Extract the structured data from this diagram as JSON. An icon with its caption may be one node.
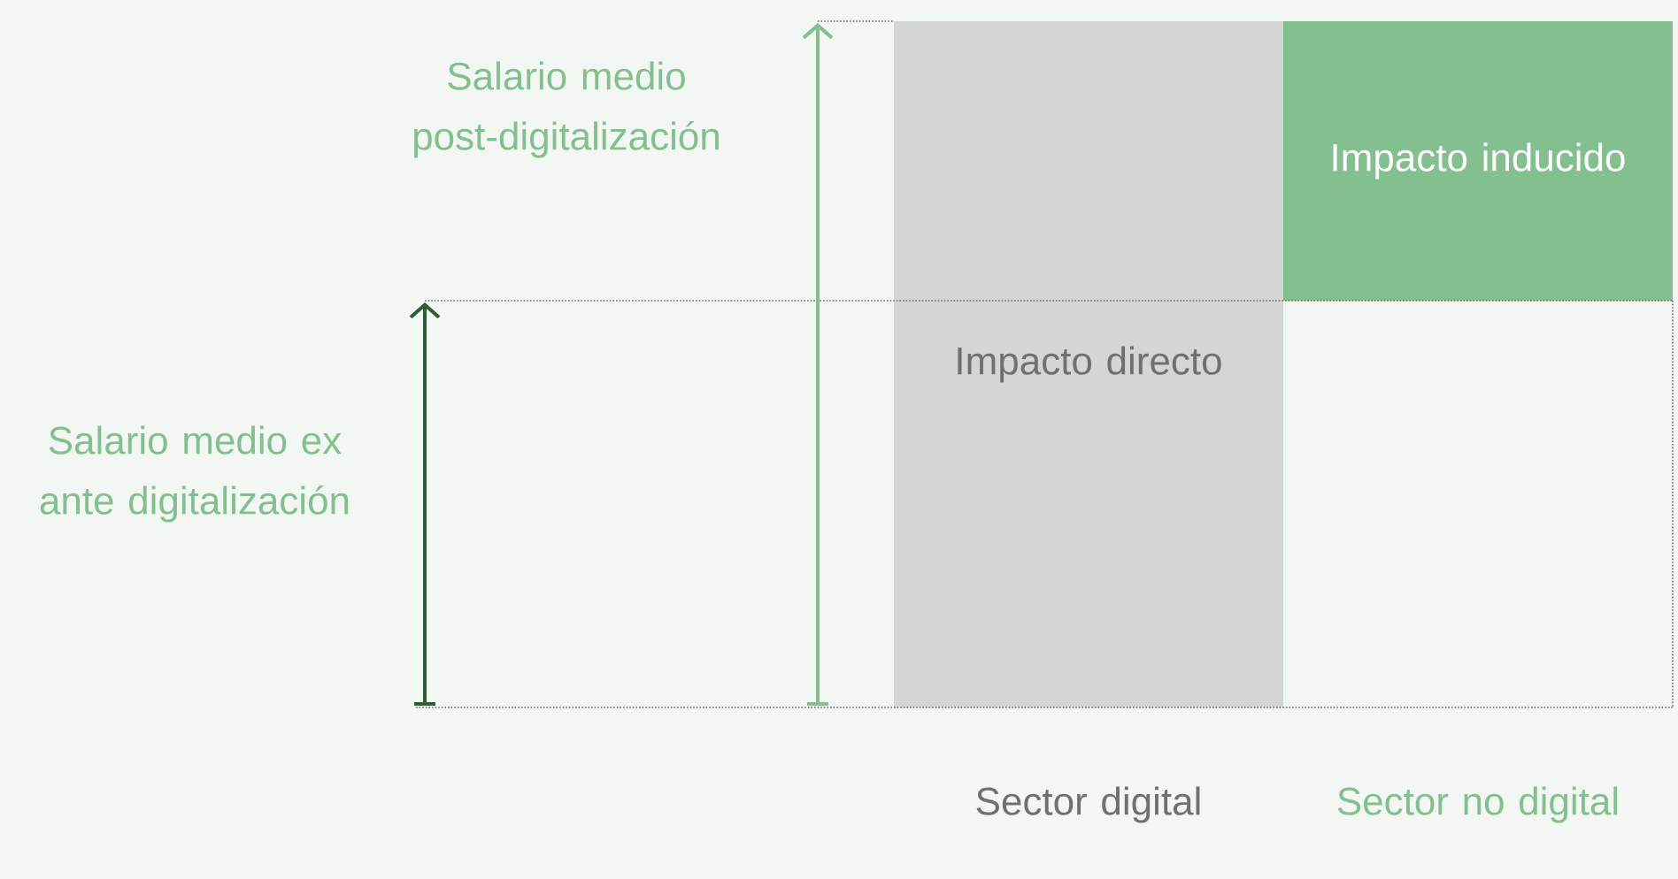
{
  "diagram": {
    "nodes": [
      {
        "text": [
          "Impacto directo"
        ]
      },
      {
        "text": [
          "Impacto inducido"
        ]
      }
    ],
    "labels": [
      "Salario medio post-digitalización",
      "Salario medio ex ante digitalización",
      "Sector digital",
      "Sector no digital"
    ]
  }
}
